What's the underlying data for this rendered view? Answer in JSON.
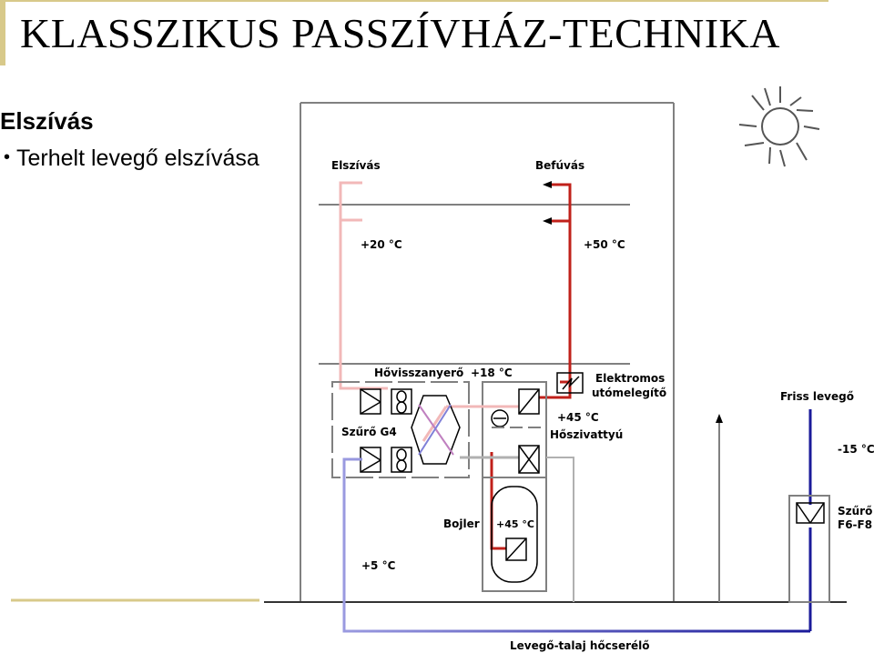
{
  "slide": {
    "title": "KLASSZIKUS PASSZÍVHÁZ-TECHNIKA",
    "heading": "Elszívás",
    "bullets": [
      "Terhelt levegő elszívása"
    ]
  },
  "diagram": {
    "labels": {
      "exhaust": "Elszívás",
      "supply": "Befúvás",
      "temp_exhaust": "+20 °C",
      "temp_supply": "+50 °C",
      "heat_recovery": "Hővisszanyerő",
      "temp_recovery": "+18 °C",
      "electric_heater_1": "Elektromos",
      "electric_heater_2": "utómelegítő",
      "filter_g4": "Szűrő G4",
      "temp_heatpump": "+45 °C",
      "heat_pump": "Hőszivattyú",
      "fresh_air": "Friss levegő",
      "temp_outdoor": "-15 °C",
      "filter_f6_1": "Szűrő",
      "filter_f6_2": "F6-F8",
      "boiler": "Bojler",
      "temp_boiler": "+45 °C",
      "temp_ground": "+5 °C",
      "ground_exchanger": "Levegő-talaj hőcserélő"
    },
    "colors": {
      "exhaust_duct": "#f2b8b8",
      "supply_duct": "#c0201a",
      "fresh_air_duct": "#1a1a9a",
      "ground_duct": "#8a8ad8",
      "accent": "#d8c98a"
    }
  }
}
